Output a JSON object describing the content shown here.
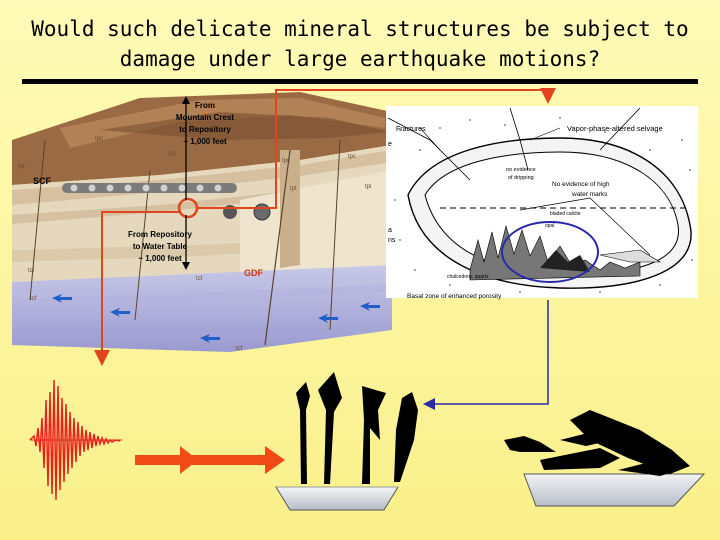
{
  "slide": {
    "title_line1": "Would such delicate mineral structures be subject to",
    "title_line2": "damage under large earthquake motions?"
  },
  "block_diagram": {
    "label_crest": "From Mountain Crest to Repository ~ 1,000 feet",
    "label_crest_l1": "From",
    "label_crest_l2": "Mountain Crest",
    "label_crest_l3": "to Repository",
    "label_crest_l4": "~ 1,000 feet",
    "label_wt_l1": "From Repository",
    "label_wt_l2": "to Water Table",
    "label_wt_l3": "~ 1,000 feet",
    "label_scf": "SCF",
    "label_gdf": "GDF",
    "label_tpc": "tpc",
    "label_tpt": "tpt",
    "label_tcf": "tcf",
    "label_tpl": "tpl"
  },
  "cavity_diagram": {
    "label_fractures": "Fractures",
    "label_selvage": "Vapor-phase-altered selvage",
    "label_no_dripping_l1": "no evidence",
    "label_no_dripping_l2": "of dripping",
    "label_high_water_l1": "No evidence of high",
    "label_high_water_l2": "water marks",
    "label_calcite": "bladed calcite",
    "label_opal": "opal",
    "label_chalcedony": "chalcedony, quartz",
    "label_basal": "Basal zone of enhanced porosity",
    "label_edge_a": "e",
    "label_edge_b": "a",
    "label_edge_c": "ns"
  },
  "colors": {
    "background": "#f9f08a",
    "connector": "#e0451d",
    "cavity_circle": "#2a2aa8",
    "arrow_blue": "#1f5fc7",
    "seismogram": "#e8231f",
    "arrow_orange": "#f04a16"
  }
}
